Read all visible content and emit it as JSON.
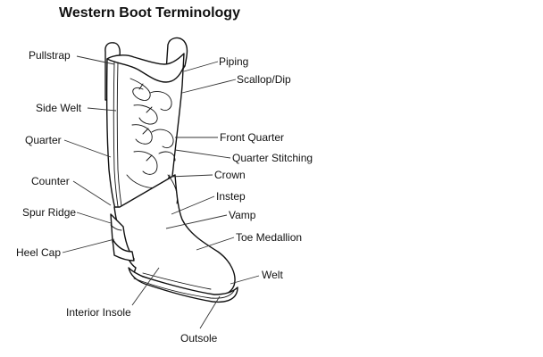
{
  "title": "Western Boot Terminology",
  "labels": {
    "pullstrap": "Pullstrap",
    "piping": "Piping",
    "scallop_dip": "Scallop/Dip",
    "side_welt": "Side Welt",
    "quarter": "Quarter",
    "front_quarter": "Front Quarter",
    "quarter_stitching": "Quarter Stitching",
    "counter": "Counter",
    "crown": "Crown",
    "instep": "Instep",
    "spur_ridge": "Spur Ridge",
    "vamp": "Vamp",
    "toe_medallion": "Toe Medallion",
    "heel_cap": "Heel Cap",
    "welt": "Welt",
    "interior_insole": "Interior Insole",
    "outsole": "Outsole"
  }
}
